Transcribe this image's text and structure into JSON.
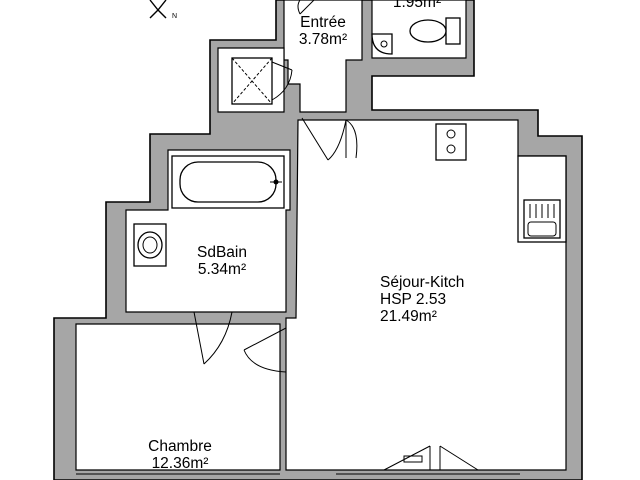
{
  "rooms": {
    "entree": {
      "name": "Entrée",
      "area": "3.78m²"
    },
    "wc": {
      "area": "1.95m²"
    },
    "sdbain": {
      "name": "SdBain",
      "area": "5.34m²"
    },
    "sejour": {
      "name": "Séjour-Kitch",
      "hsp": "HSP 2.53",
      "area": "21.49m²"
    },
    "chambre": {
      "name": "Chambre",
      "area": "12.36m²"
    }
  },
  "colors": {
    "wall": "#a6a6a6",
    "floor": "#ffffff",
    "line": "#000000"
  }
}
